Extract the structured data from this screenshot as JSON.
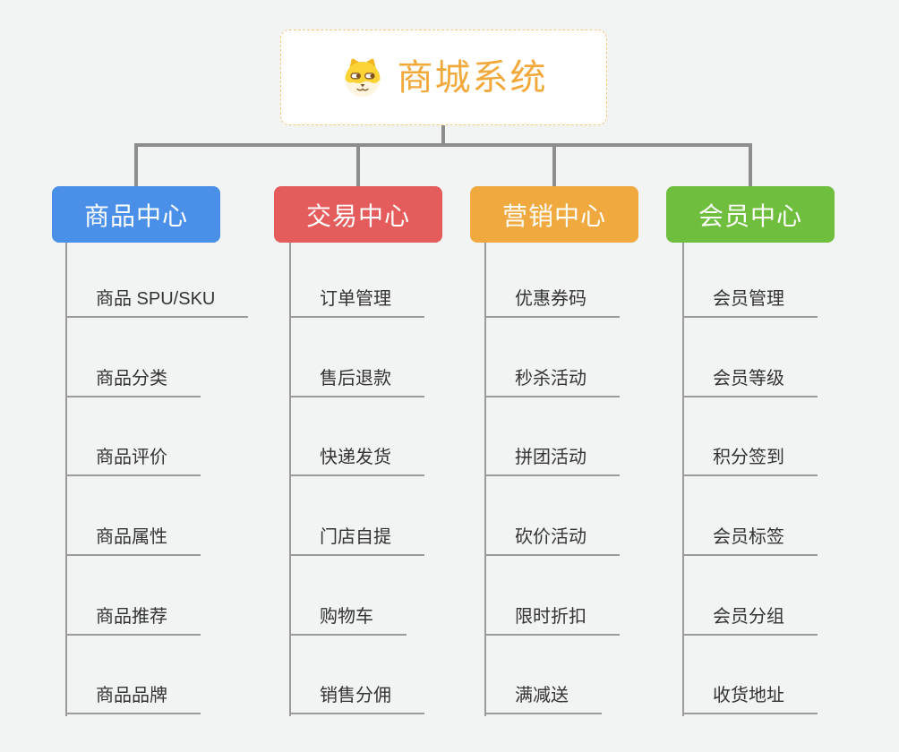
{
  "root": {
    "title": "商城系统",
    "icon": "dog-icon",
    "title_color": "#F2A93C",
    "border_color": "#F6C87F"
  },
  "connector_color": "#8D8D8D",
  "underline_color": "#9B9B9B",
  "branches": [
    {
      "label": "商品中心",
      "color": "#4A90E8",
      "items": [
        "商品 SPU/SKU",
        "商品分类",
        "商品评价",
        "商品属性",
        "商品推荐",
        "商品品牌"
      ]
    },
    {
      "label": "交易中心",
      "color": "#E45C5C",
      "items": [
        "订单管理",
        "售后退款",
        "快递发货",
        "门店自提",
        "购物车",
        "销售分佣"
      ]
    },
    {
      "label": "营销中心",
      "color": "#EFA93E",
      "items": [
        "优惠券码",
        "秒杀活动",
        "拼团活动",
        "砍价活动",
        "限时折扣",
        "满减送"
      ]
    },
    {
      "label": "会员中心",
      "color": "#6FBE3E",
      "items": [
        "会员管理",
        "会员等级",
        "积分签到",
        "会员标签",
        "会员分组",
        "收货地址"
      ]
    }
  ]
}
